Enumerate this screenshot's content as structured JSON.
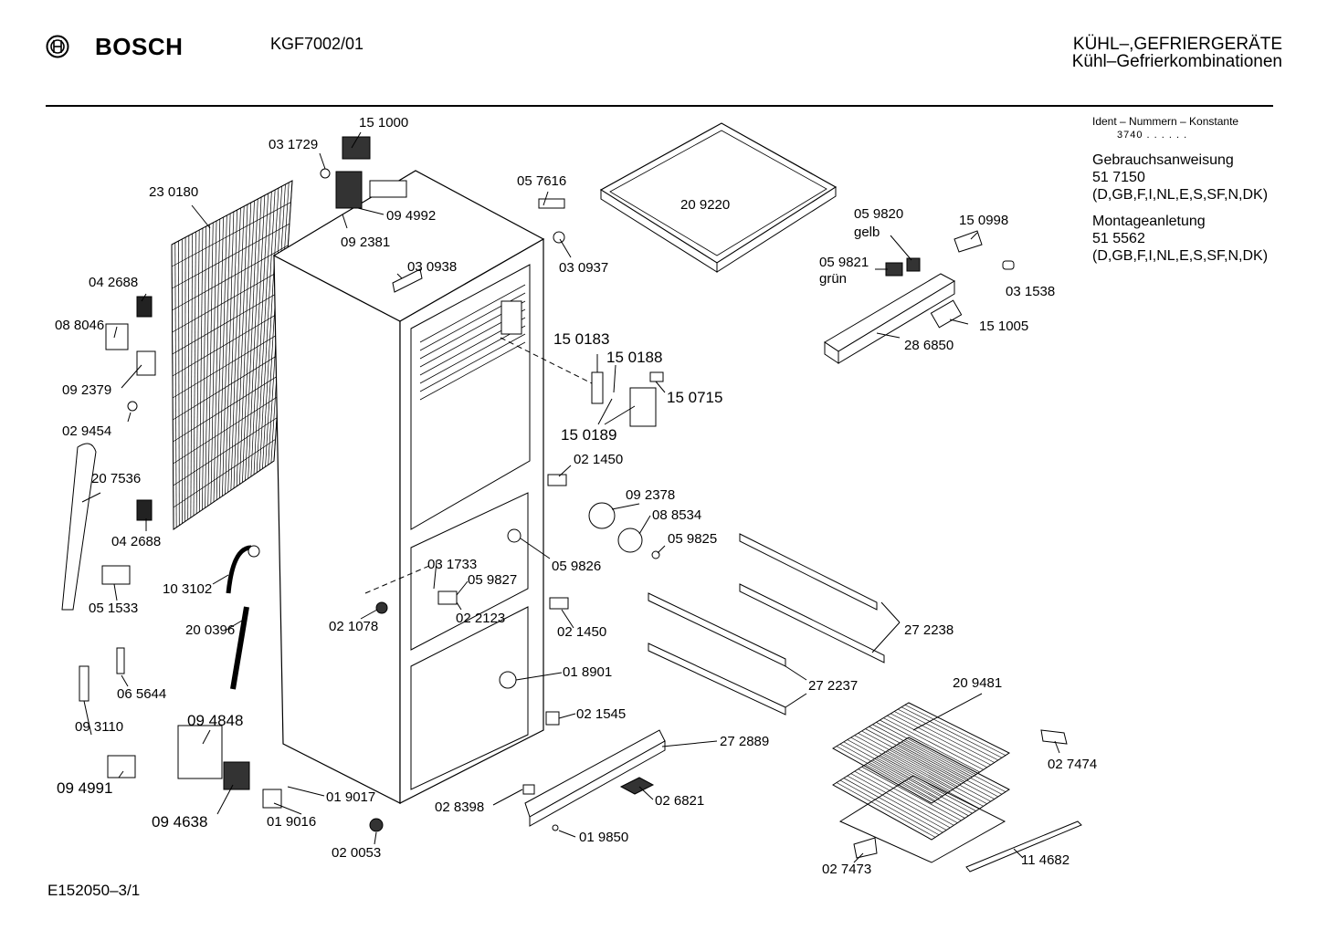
{
  "header": {
    "brand": "BOSCH",
    "model": "KGF7002/01",
    "category_line1": "KÜHL–,GEFRIERGERÄTE",
    "category_line2": "Kühl–Gefrierkombinationen"
  },
  "info": {
    "ident_label": "Ident – Nummern – Konstante",
    "ident_value": "3740 . .   . . . .",
    "manual_label": "Gebrauchsanweisung",
    "manual_number": "51 7150",
    "manual_langs": "(D,GB,F,I,NL,E,S,SF,N,DK)",
    "mounting_label": "Montageanletung",
    "mounting_number": "51 5562",
    "mounting_langs": "(D,GB,F,I,NL,E,S,SF,N,DK)"
  },
  "footer": {
    "code": "E152050–3/1"
  },
  "parts": {
    "p151000": "15 1000",
    "p031729": "03 1729",
    "p230180": "23 0180",
    "p094992": "09 4992",
    "p092381": "09 2381",
    "p057616": "05 7616",
    "p030937": "03 0937",
    "p209220": "20 9220",
    "p059820": "05 9820",
    "gelb": "gelb",
    "p150998": "15 0998",
    "p059821": "05 9821",
    "gruen": "grün",
    "p031538": "03 1538",
    "p151005": "15 1005",
    "p286850": "28 6850",
    "p042688a": "04 2688",
    "p088046": "08 8046",
    "p030938": "03 0938",
    "p092379": "09 2379",
    "p029454": "02 9454",
    "p150183": "15 0183",
    "p150188": "15 0188",
    "p150715": "15 0715",
    "p150189": "15 0189",
    "p207536": "20 7536",
    "p021450a": "02 1450",
    "p092378": "09 2378",
    "p088534": "08 8534",
    "p042688b": "04 2688",
    "p059825": "05 9825",
    "p059826": "05 9826",
    "p031733": "03 1733",
    "p059827": "05 9827",
    "p103102": "10 3102",
    "p051533": "05 1533",
    "p021078": "02 1078",
    "p022123": "02 2123",
    "p021450b": "02 1450",
    "p272238": "27 2238",
    "p200396": "20 0396",
    "p065644": "06 5644",
    "p018901": "01 8901",
    "p272237": "27 2237",
    "p209481": "20 9481",
    "p093110": "09 3110",
    "p094848": "09 4848",
    "p021545": "02 1545",
    "p272889": "27 2889",
    "p027474": "02 7474",
    "p094991": "09 4991",
    "p019017": "01 9017",
    "p028398": "02 8398",
    "p026821": "02 6821",
    "p094638": "09 4638",
    "p019016": "01 9016",
    "p019850": "01 9850",
    "p020053": "02 0053",
    "p027473": "02 7473",
    "p114682": "11 4682"
  }
}
